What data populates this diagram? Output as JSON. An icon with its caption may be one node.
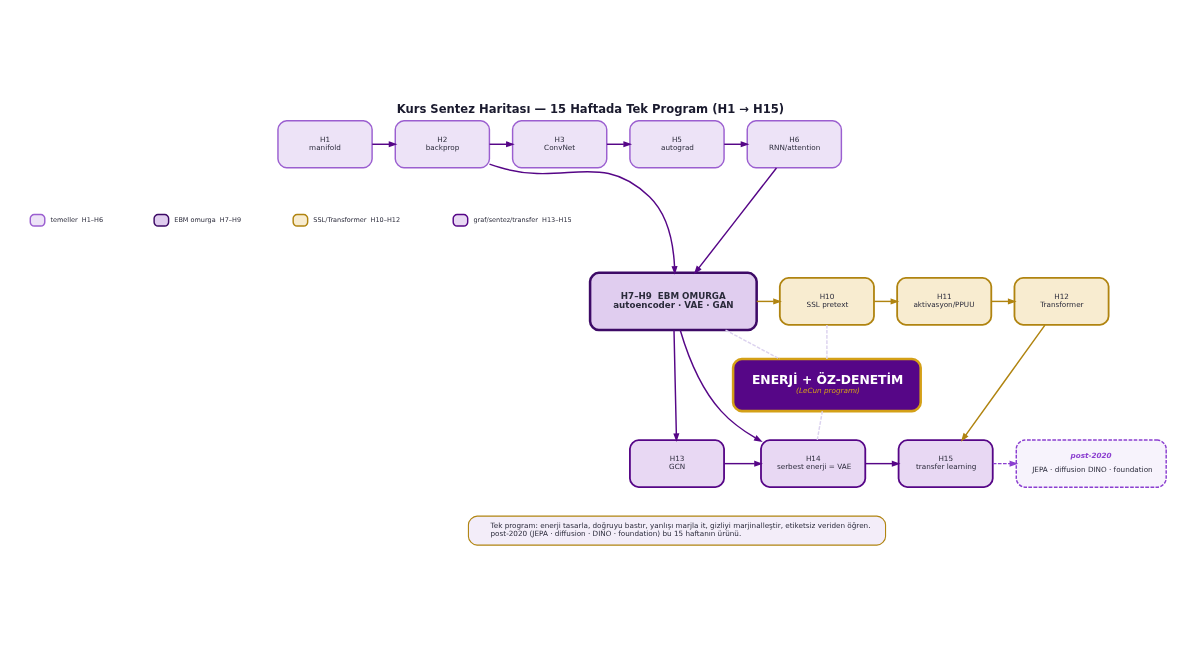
{
  "diagram": {
    "title": "Kurs Sentez Haritası — 15 Haftada Tek Program (H1 → H15)",
    "nodes": [
      {
        "text": [
          "H1",
          "manifold"
        ]
      },
      {
        "text": [
          "H2",
          "backprop"
        ]
      },
      {
        "text": [
          "H3",
          "ConvNet"
        ]
      },
      {
        "text": [
          "H5",
          "autograd"
        ]
      },
      {
        "text": [
          "H6",
          "RNN/attention"
        ]
      },
      {
        "text": [
          "H7–H9  EBM OMURGA",
          "autoencoder · VAE · GAN"
        ]
      },
      {
        "text": [
          "H10",
          "SSL pretext"
        ]
      },
      {
        "text": [
          "H11",
          "aktivasyon/PPUU"
        ]
      },
      {
        "text": [
          "H12",
          "Transformer"
        ]
      },
      {
        "text": [
          "ENERJİ + ÖZ-DENETİM",
          "(LeCun programı)"
        ]
      },
      {
        "text": [
          "H13",
          "GCN"
        ]
      },
      {
        "text": [
          "H14",
          "serbest enerji = VAE"
        ]
      },
      {
        "text": [
          "H15",
          "transfer learning"
        ]
      },
      {
        "text": [
          "post-2020",
          "JEPA · diffusion DINO · foundation"
        ]
      },
      {
        "text": [
          "Tek program: enerji tasarla, doğruyu bastır, yanlışı marjla it, gizliyi marjinalleştir, etiketsiz veriden öğren.",
          "post-2020 (JEPA · diffusion · DINO · foundation) bu 15 haftanın ürünü."
        ]
      }
    ],
    "edges": [
      {
        "from": 0,
        "to": 1,
        "arrow": "to"
      },
      {
        "from": 1,
        "to": 2,
        "arrow": "to"
      },
      {
        "from": 2,
        "to": 3,
        "arrow": "to"
      },
      {
        "from": 3,
        "to": 4,
        "arrow": "to"
      },
      {
        "from": 1,
        "to": 5,
        "arrow": "to"
      },
      {
        "from": 4,
        "to": 5,
        "arrow": "to"
      },
      {
        "from": 5,
        "to": 6,
        "arrow": "to",
        "color": "#b08410"
      },
      {
        "from": 6,
        "to": 7,
        "arrow": "to",
        "color": "#b08410"
      },
      {
        "from": 7,
        "to": 8,
        "arrow": "to",
        "color": "#b08410"
      },
      {
        "from": 8,
        "to": 12,
        "arrow": "to",
        "color": "#b08410"
      },
      {
        "from": 5,
        "to": 10,
        "arrow": "to"
      },
      {
        "from": 5,
        "to": 11,
        "arrow": "to"
      },
      {
        "from": 10,
        "to": 11,
        "arrow": "to"
      },
      {
        "from": 11,
        "to": 12,
        "arrow": "to"
      },
      {
        "from": 12,
        "to": 13,
        "arrow": "to",
        "style": "dashed",
        "color": "#8b3fd0"
      },
      {
        "from": 5,
        "to": 9,
        "arrow": "none",
        "style": "dashed",
        "color": "#dcd3ef"
      },
      {
        "from": 6,
        "to": 9,
        "arrow": "none",
        "style": "dashed",
        "color": "#dcd3ef"
      },
      {
        "from": 9,
        "to": 11,
        "arrow": "none",
        "style": "dashed",
        "color": "#dcd3ef"
      }
    ],
    "legend": [
      {
        "text": "temeller  H1–H6",
        "color": "#ede3f7"
      },
      {
        "text": "EBM omurga  H7–H9",
        "color": "#e0cdef"
      },
      {
        "text": "SSL/Transformer  H10–H12",
        "color": "#f8ecd0"
      },
      {
        "text": "graf/sentez/transfer  H13–H15",
        "color": "#e8d8f3"
      }
    ]
  }
}
